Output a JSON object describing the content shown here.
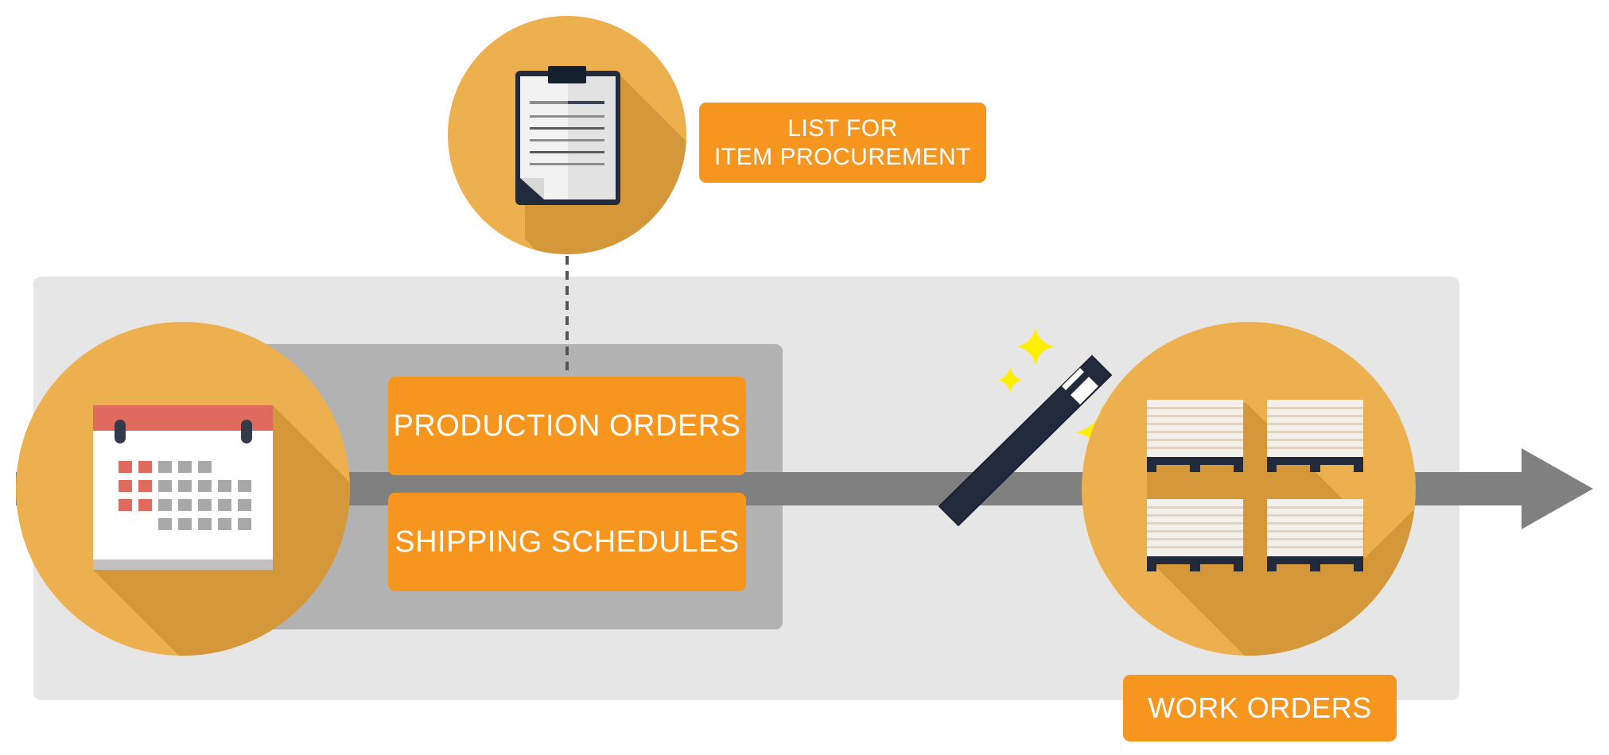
{
  "diagram": {
    "labels": {
      "list_for": "LIST FOR",
      "item_procurement": "ITEM PROCUREMENT",
      "production_orders": "PRODUCTION ORDERS",
      "shipping_schedules": "SHIPPING SCHEDULES",
      "work_orders": "WORK ORDERS"
    },
    "icons": [
      "clipboard-icon",
      "calendar-icon",
      "magic-wand-icon",
      "sparkle-icon",
      "pallet-icon"
    ],
    "colors": {
      "label_orange": "#F7961E",
      "circle_light": "#EDB04E",
      "circle_shadow": "#D4973A",
      "panel_light": "#E6E6E6",
      "panel_dark": "#B2B2B2",
      "arrow_gray": "#808080",
      "wand_navy": "#222B3C",
      "sparkle_yellow": "#FFEF00",
      "calendar_red": "#E06A5E"
    }
  }
}
